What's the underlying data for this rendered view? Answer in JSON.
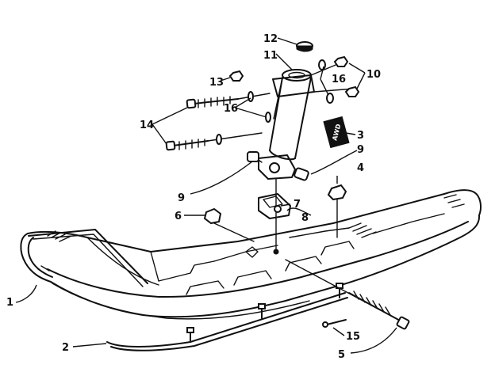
{
  "diagram": {
    "callouts": [
      {
        "id": "c1",
        "text": "1"
      },
      {
        "id": "c2",
        "text": "2"
      },
      {
        "id": "c3",
        "text": "3"
      },
      {
        "id": "c4",
        "text": "4"
      },
      {
        "id": "c5",
        "text": "5"
      },
      {
        "id": "c6",
        "text": "6"
      },
      {
        "id": "c7",
        "text": "7"
      },
      {
        "id": "c8",
        "text": "8"
      },
      {
        "id": "c9a",
        "text": "9"
      },
      {
        "id": "c9b",
        "text": "9"
      },
      {
        "id": "c10",
        "text": "10"
      },
      {
        "id": "c11",
        "text": "11"
      },
      {
        "id": "c12",
        "text": "12"
      },
      {
        "id": "c13",
        "text": "13"
      },
      {
        "id": "c14",
        "text": "14"
      },
      {
        "id": "c15",
        "text": "15"
      },
      {
        "id": "c16a",
        "text": "16"
      },
      {
        "id": "c16b",
        "text": "16"
      }
    ],
    "decal_text": "AWD"
  }
}
